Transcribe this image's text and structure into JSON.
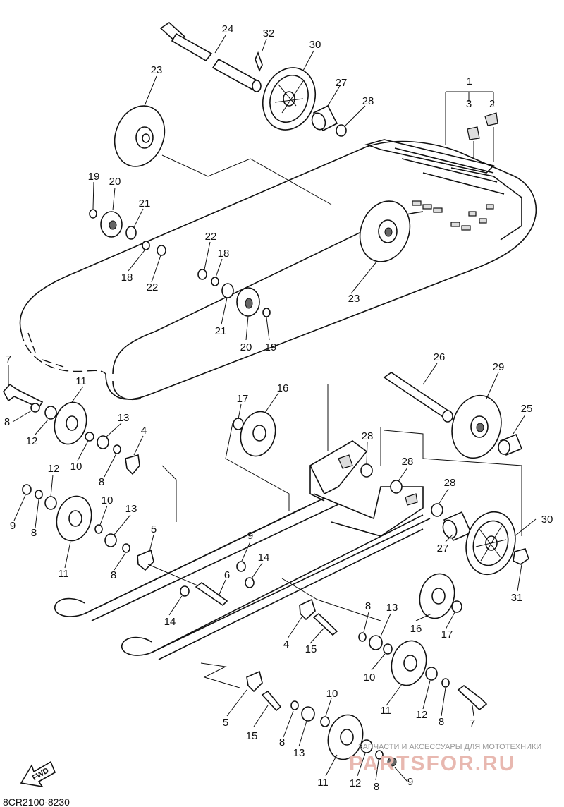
{
  "diagram": {
    "code": "8CR2100-8230",
    "fwd_label": "FWD",
    "watermark_top": "ЗАПЧАСТИ И АКСЕССУАРЫ ДЛЯ МОТОТЕХНИКИ",
    "watermark_brand": "PARTSFOR.RU"
  },
  "callouts": [
    {
      "id": "c24",
      "text": "24"
    },
    {
      "id": "c32",
      "text": "32"
    },
    {
      "id": "c30a",
      "text": "30"
    },
    {
      "id": "c23a",
      "text": "23"
    },
    {
      "id": "c27a",
      "text": "27"
    },
    {
      "id": "c28a",
      "text": "28"
    },
    {
      "id": "c1",
      "text": "1"
    },
    {
      "id": "c3",
      "text": "3"
    },
    {
      "id": "c2",
      "text": "2"
    },
    {
      "id": "c19a",
      "text": "19"
    },
    {
      "id": "c20a",
      "text": "20"
    },
    {
      "id": "c21a",
      "text": "21"
    },
    {
      "id": "c18a",
      "text": "18"
    },
    {
      "id": "c22a",
      "text": "22"
    },
    {
      "id": "c22b",
      "text": "22"
    },
    {
      "id": "c18b",
      "text": "18"
    },
    {
      "id": "c23b",
      "text": "23"
    },
    {
      "id": "c21b",
      "text": "21"
    },
    {
      "id": "c20b",
      "text": "20"
    },
    {
      "id": "c19b",
      "text": "19"
    },
    {
      "id": "c7a",
      "text": "7"
    },
    {
      "id": "c11a",
      "text": "11"
    },
    {
      "id": "c8a",
      "text": "8"
    },
    {
      "id": "c12a",
      "text": "12"
    },
    {
      "id": "c13a",
      "text": "13"
    },
    {
      "id": "c10a",
      "text": "10"
    },
    {
      "id": "c4a",
      "text": "4"
    },
    {
      "id": "c8b",
      "text": "8"
    },
    {
      "id": "c17a",
      "text": "17"
    },
    {
      "id": "c16a",
      "text": "16"
    },
    {
      "id": "c26",
      "text": "26"
    },
    {
      "id": "c29",
      "text": "29"
    },
    {
      "id": "c25",
      "text": "25"
    },
    {
      "id": "c28b",
      "text": "28"
    },
    {
      "id": "c28c",
      "text": "28"
    },
    {
      "id": "c28d",
      "text": "28"
    },
    {
      "id": "c12b",
      "text": "12"
    },
    {
      "id": "c9a",
      "text": "9"
    },
    {
      "id": "c8c",
      "text": "8"
    },
    {
      "id": "c10b",
      "text": "10"
    },
    {
      "id": "c13b",
      "text": "13"
    },
    {
      "id": "c11b",
      "text": "11"
    },
    {
      "id": "c5a",
      "text": "5"
    },
    {
      "id": "c8d",
      "text": "8"
    },
    {
      "id": "c9b",
      "text": "9"
    },
    {
      "id": "c14a",
      "text": "14"
    },
    {
      "id": "c30b",
      "text": "30"
    },
    {
      "id": "c27b",
      "text": "27"
    },
    {
      "id": "c31",
      "text": "31"
    },
    {
      "id": "c6",
      "text": "6"
    },
    {
      "id": "c14b",
      "text": "14"
    },
    {
      "id": "c8e",
      "text": "8"
    },
    {
      "id": "c13c",
      "text": "13"
    },
    {
      "id": "c16b",
      "text": "16"
    },
    {
      "id": "c17b",
      "text": "17"
    },
    {
      "id": "c4b",
      "text": "4"
    },
    {
      "id": "c15a",
      "text": "15"
    },
    {
      "id": "c10c",
      "text": "10"
    },
    {
      "id": "c11c",
      "text": "11"
    },
    {
      "id": "c12c",
      "text": "12"
    },
    {
      "id": "c8f",
      "text": "8"
    },
    {
      "id": "c7b",
      "text": "7"
    },
    {
      "id": "c10d",
      "text": "10"
    },
    {
      "id": "c5b",
      "text": "5"
    },
    {
      "id": "c15b",
      "text": "15"
    },
    {
      "id": "c8g",
      "text": "8"
    },
    {
      "id": "c13d",
      "text": "13"
    },
    {
      "id": "c11d",
      "text": "11"
    },
    {
      "id": "c12d",
      "text": "12"
    },
    {
      "id": "c8h",
      "text": "8"
    },
    {
      "id": "c9c",
      "text": "9"
    }
  ]
}
